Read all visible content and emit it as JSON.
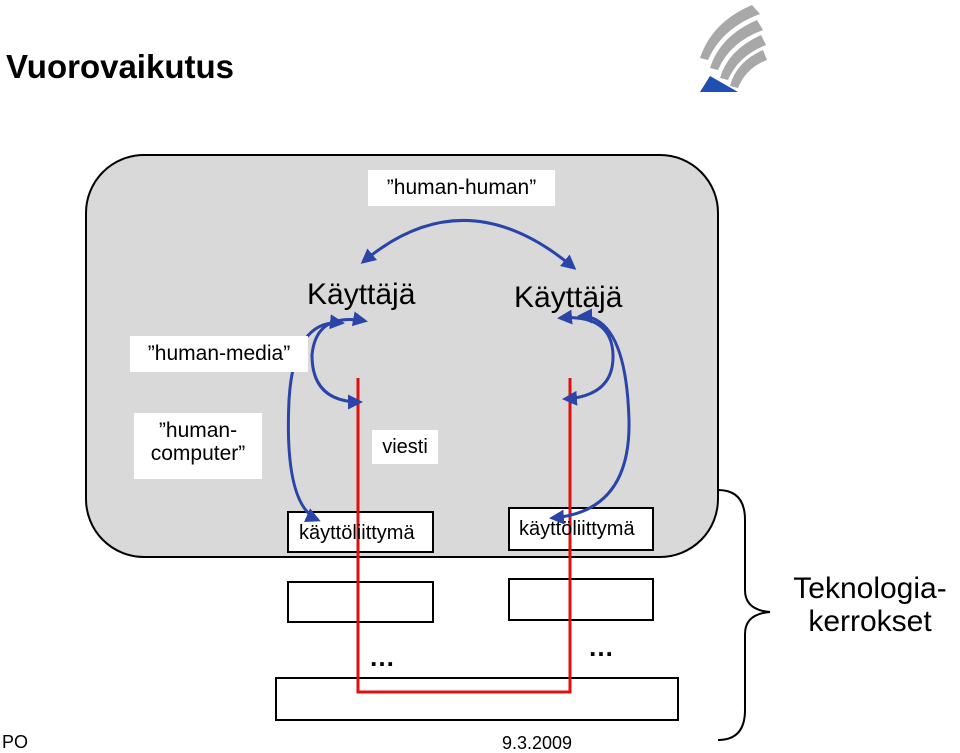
{
  "slide": {
    "title": "Vuorovaikutus",
    "footer_left": "PO",
    "footer_date": "9.3.2009"
  },
  "labels": {
    "human_human": "”human-human”",
    "human_media": "”human-media”",
    "human_computer_line1": "”human-",
    "human_computer_line2": "computer”",
    "user_left": "Käyttäjä",
    "user_right": "Käyttäjä",
    "message": "viesti",
    "ui_left": "käyttöliittymä",
    "ui_right": "käyttöliittymä",
    "tech_line1": "Teknologia-",
    "tech_line2": "kerrokset",
    "ellipsis_left": "…",
    "ellipsis_right": "…"
  },
  "colors": {
    "panel_fill": "#d9d9d9",
    "arrow_blue": "#2a44a8",
    "message_red": "#e01010"
  },
  "logo": {
    "name": "university-logo-icon"
  }
}
